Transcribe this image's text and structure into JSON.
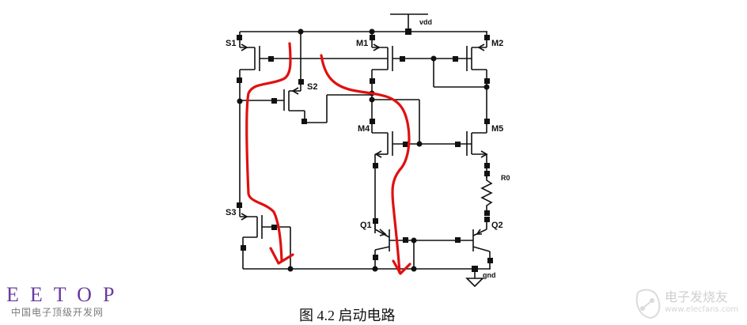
{
  "diagram": {
    "title": "Startup circuit schematic",
    "labels": {
      "vdd": "vdd",
      "gnd": "gnd",
      "S1": "S1",
      "S2": "S2",
      "S3": "S3",
      "M1": "M1",
      "M2": "M2",
      "M4": "M4",
      "M5": "M5",
      "Q1": "Q1",
      "Q2": "Q2",
      "R0": "R0"
    },
    "annotation_color": "#e01010"
  },
  "caption": "图 4.2 启动电路",
  "logo": {
    "main": "EETOP",
    "sub": "中国电子顶级开发网",
    "color": "#6a3aa0"
  },
  "watermark": {
    "title": "电子发烧友",
    "url": "www.elecfans.com"
  }
}
